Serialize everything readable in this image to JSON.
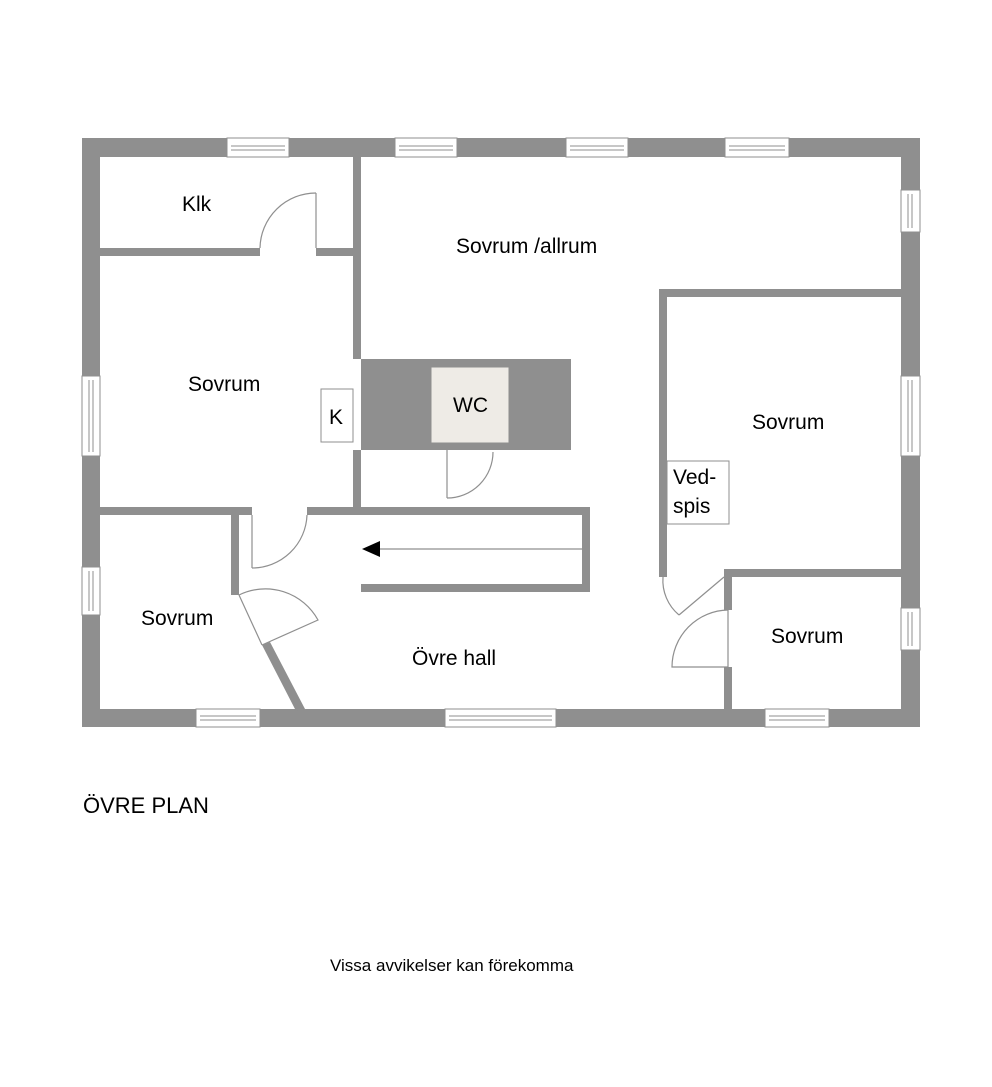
{
  "rooms": {
    "klk": "Klk",
    "sovrum_nw": "Sovrum",
    "sovrum_allrum": "Sovrum /allrum",
    "wc": "WC",
    "k": "K",
    "sovrum_east": "Sovrum",
    "vedspis_line1": "Ved-",
    "vedspis_line2": "spis",
    "sovrum_sw": "Sovrum",
    "ovre_hall": "Övre hall",
    "sovrum_se": "Sovrum"
  },
  "plan_title": "ÖVRE PLAN",
  "disclaimer": "Vissa avvikelser kan förekomma",
  "colors": {
    "wall": "#8f8f8f",
    "wc_fill": "#eeebe6",
    "background": "#ffffff"
  }
}
